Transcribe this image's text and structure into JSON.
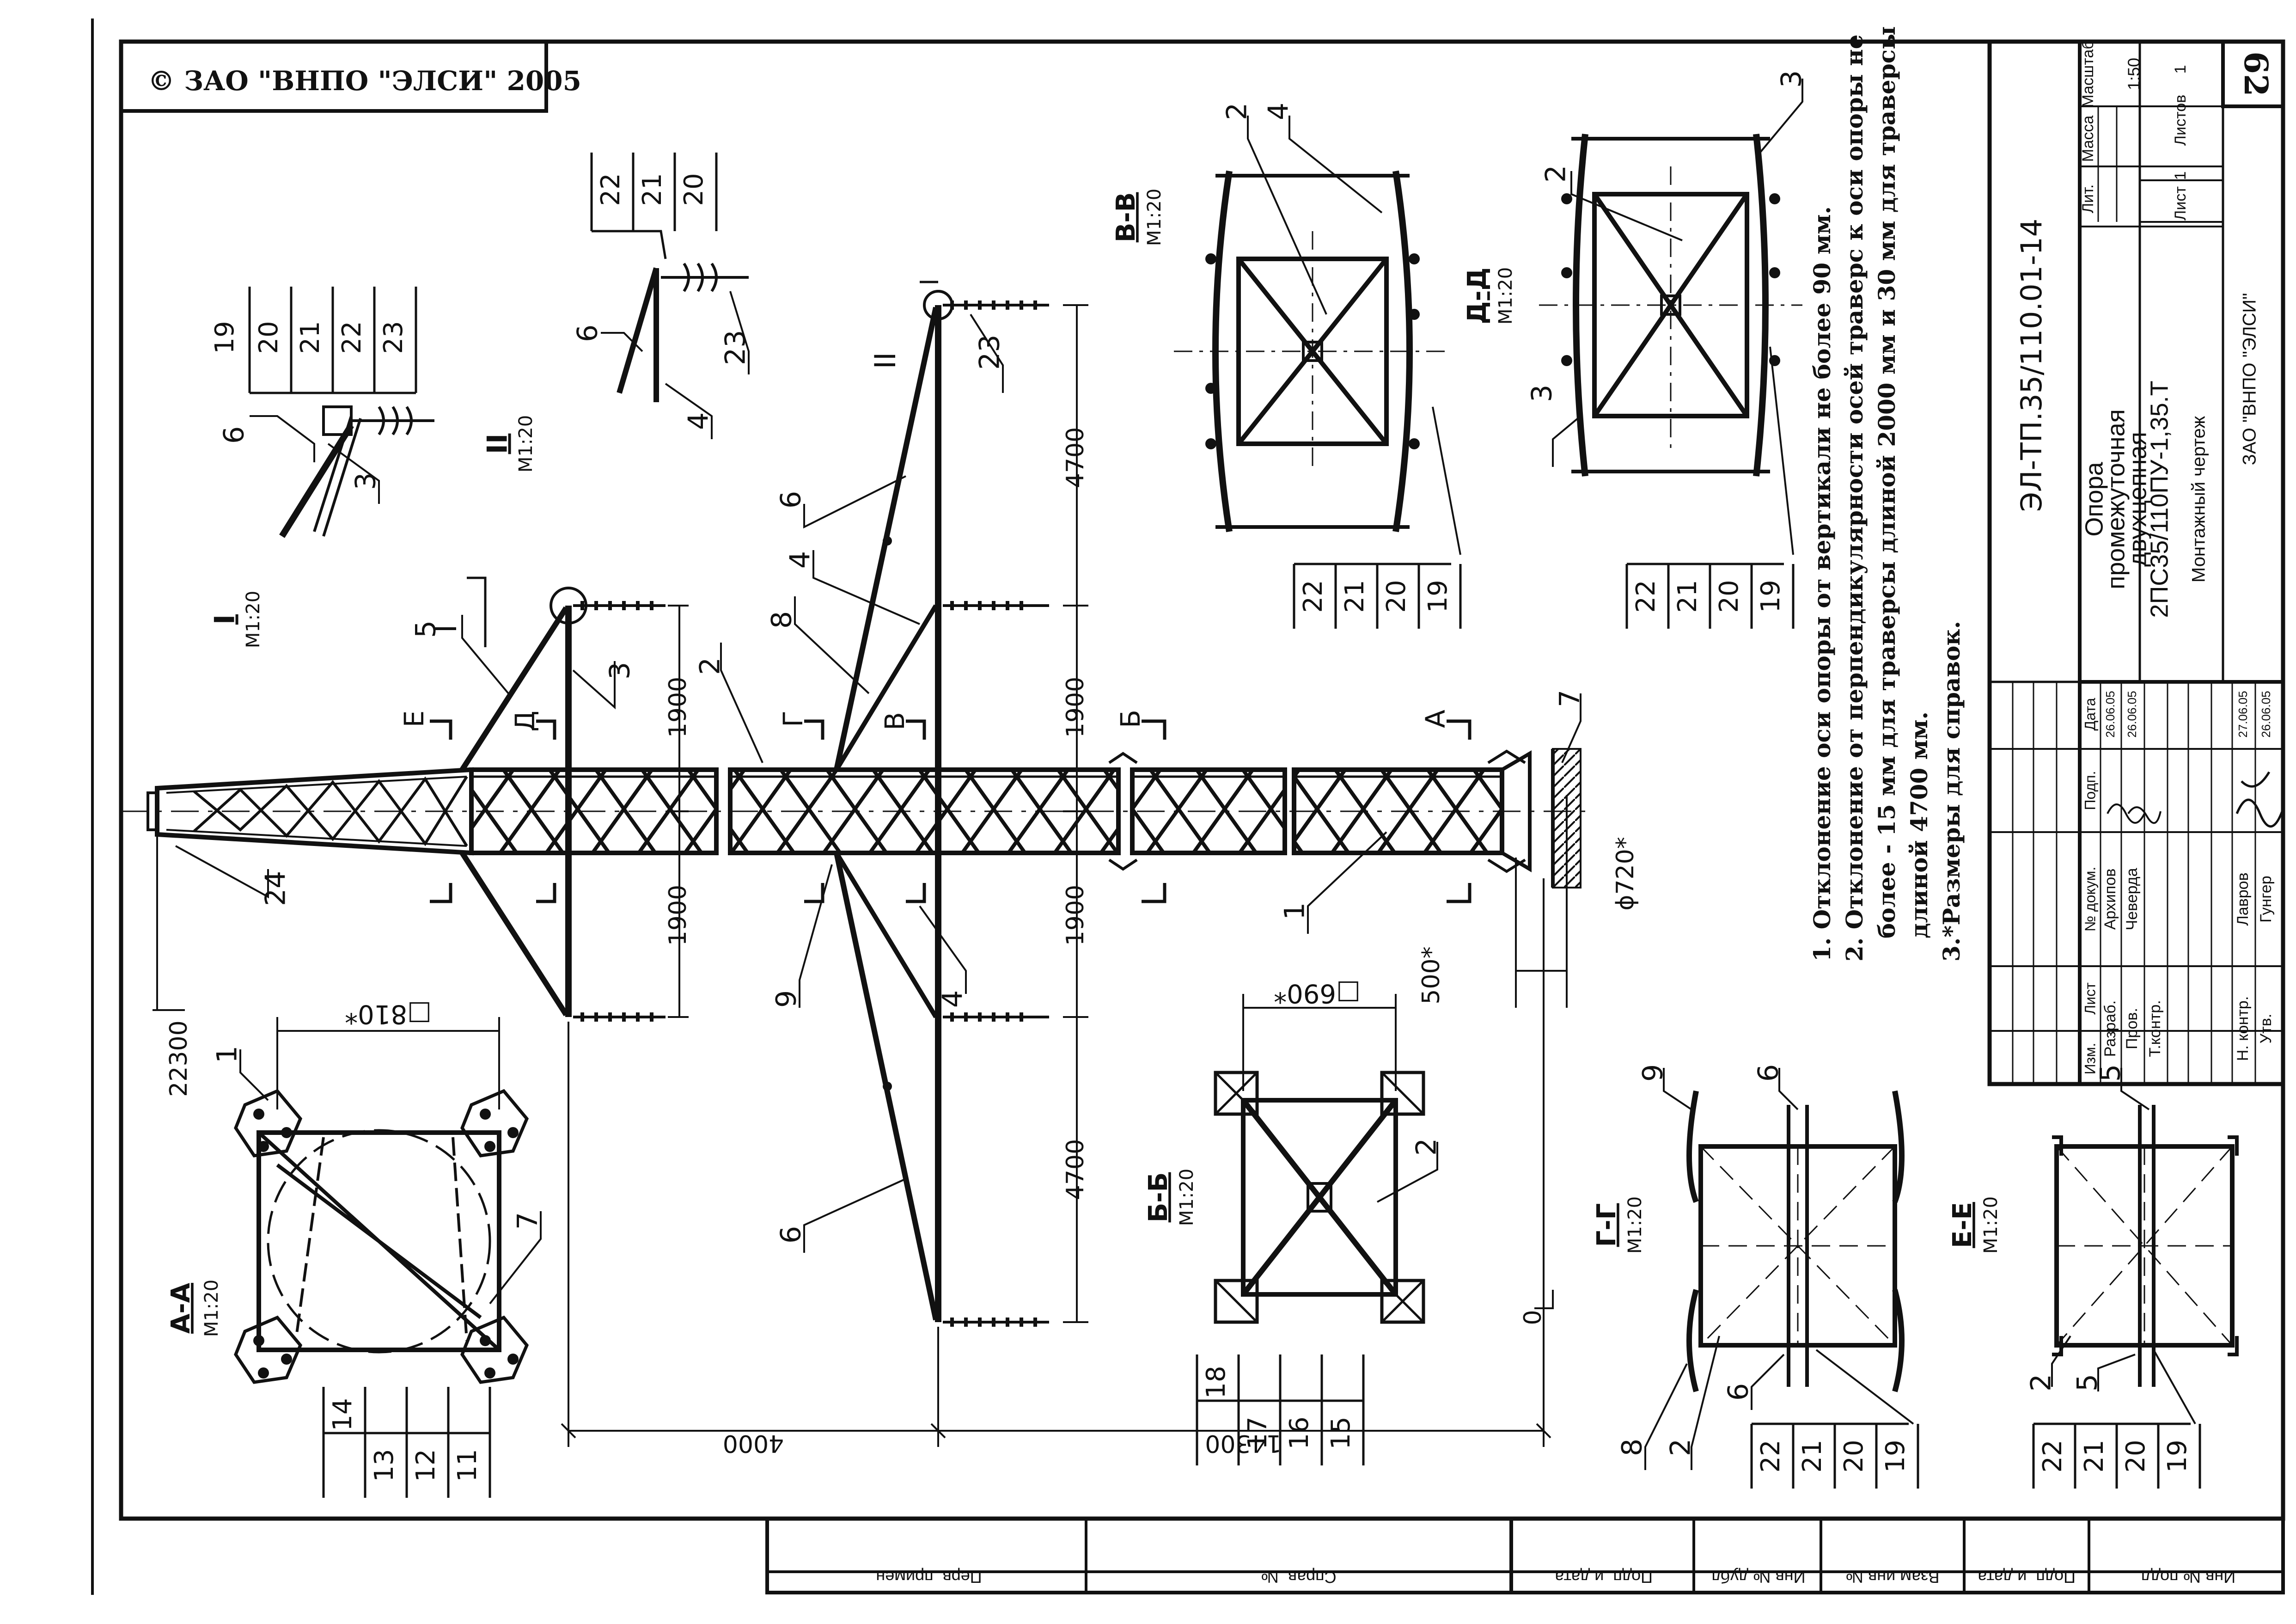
{
  "copyright": "© ЗАО \"ВНПО \"ЭЛСИ\" 2005",
  "page_number": "62",
  "sections": {
    "aa": {
      "title": "А-А",
      "scale": "М1:20",
      "callouts": [
        "1",
        "7"
      ],
      "dim": "□810*",
      "table": [
        "14",
        "13",
        "12",
        "11"
      ]
    },
    "bb": {
      "title": "Б-Б",
      "scale": "М1:20",
      "callouts": [
        "2"
      ],
      "dim": "□690*",
      "table": [
        "18",
        "17",
        "16",
        "15"
      ]
    },
    "vv": {
      "title": "В-В",
      "scale": "М1:20",
      "callouts": [
        "2",
        "4"
      ],
      "table": [
        "22",
        "21",
        "20",
        "19"
      ]
    },
    "dd": {
      "title": "Д-Д",
      "scale": "М1:20",
      "callouts": [
        "2",
        "3",
        "3"
      ],
      "table": [
        "22",
        "21",
        "20",
        "19"
      ]
    },
    "gg": {
      "title": "Г-Г",
      "scale": "М1:20",
      "callouts": [
        "9",
        "6",
        "8",
        "2",
        "6"
      ],
      "table": [
        "22",
        "21",
        "20",
        "19"
      ]
    },
    "ee": {
      "title": "Е-Е",
      "scale": "М1:20",
      "callouts": [
        "5",
        "2",
        "5"
      ],
      "table": [
        "22",
        "21",
        "20",
        "19"
      ]
    },
    "node1": {
      "title": "I",
      "scale": "М1:20",
      "callouts": [
        "6",
        "3"
      ],
      "table": [
        "19",
        "20",
        "21",
        "22",
        "23"
      ]
    },
    "node2": {
      "title": "II",
      "scale": "М1:20",
      "callouts": [
        "6",
        "4",
        "23"
      ],
      "table": [
        "22",
        "21",
        "20"
      ]
    }
  },
  "main_view": {
    "callouts": [
      "24",
      "5",
      "3",
      "2",
      "8",
      "4",
      "6",
      "6",
      "9",
      "4",
      "1",
      "7",
      "23"
    ],
    "cut_marks": [
      "Е",
      "Д",
      "Г",
      "В",
      "Б",
      "А",
      "I",
      "II"
    ],
    "dims": {
      "d1900a": "1900",
      "d1900b": "1900",
      "d1900c": "1900",
      "d1900d": "1900",
      "d4700a": "4700",
      "d4700b": "4700",
      "d4000": "4000",
      "d14300": "14300",
      "d500": "500*",
      "d720": "ϕ720*",
      "d22300": "22300",
      "d0": "0"
    }
  },
  "notes": [
    "1. Отклонение  оси опоры от вертикали не более 90 мм.",
    "2. Отклонение  от перпендикулярности осей траверс к оси опоры не",
    "более - 15 мм для траверсы длиной 2000 мм и 30 мм для траверсы",
    "длиной 4700 мм.",
    "3.*Размеры для справок."
  ],
  "title_block": {
    "code": "ЭЛ-ТП.35/110.01-14",
    "name_lines": [
      "Опора",
      "промежуточная",
      "двухцепная",
      "2ПС35/110ПУ-1,35.Т"
    ],
    "drawing_type": "Монтажный чертеж",
    "company": "ЗАО \"ВНПО \"ЭЛСИ\"",
    "headers": {
      "lit": "Лит.",
      "mass": "Масса",
      "scale": "Масштаб"
    },
    "scale_value": "1:50",
    "sheet_label": "Лист",
    "sheet_value": "1",
    "sheets_label": "Листов",
    "sheets_value": "1",
    "col_headers": [
      "Изм.",
      "Лист",
      "№ докум.",
      "Подп.",
      "Дата"
    ],
    "rows": [
      {
        "role": "Разраб.",
        "name": "Архипов",
        "date": "26.06.05"
      },
      {
        "role": "Пров.",
        "name": "Чеверда",
        "date": "26.06.05"
      },
      {
        "role": "Т.контр.",
        "name": "",
        "date": ""
      },
      {
        "role": "Н. контр.",
        "name": "Лавров",
        "date": "27.06.05"
      },
      {
        "role": "Утв.",
        "name": "Гунгер",
        "date": "26.06.05"
      }
    ]
  },
  "stamp_columns": [
    "Инв.№ подл.",
    "Подп. и дата",
    "Взам.инв.№",
    "Инв.№ дубл.",
    "Подп. и дата",
    "Справ. №",
    "Перв. примен."
  ]
}
